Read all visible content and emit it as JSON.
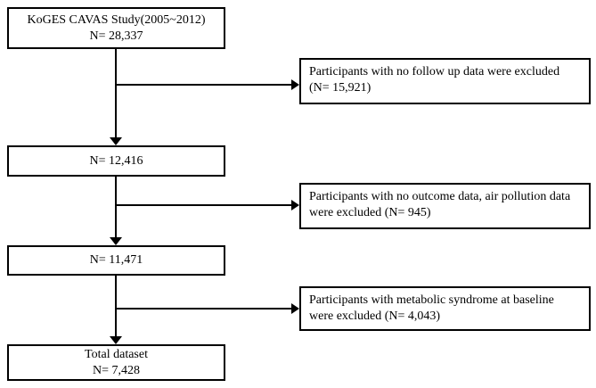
{
  "diagram": {
    "colors": {
      "background": "#ffffff",
      "border": "#000000",
      "line": "#000000",
      "text": "#000000"
    },
    "boxes": {
      "study": {
        "line1": "KoGES CAVAS Study(2005~2012)",
        "line2": "N= 28,337"
      },
      "after_followup": {
        "line1": "N= 12,416"
      },
      "after_outcome": {
        "line1": "N= 11,471"
      },
      "total": {
        "line1": "Total dataset",
        "line2": "N= 7,428"
      }
    },
    "exclusions": {
      "no_followup": {
        "line1": "Participants with no follow up data were excluded",
        "line2": "(N= 15,921)"
      },
      "no_outcome": {
        "line1": "Participants with no outcome data, air pollution data",
        "line2": "were excluded (N= 945)"
      },
      "metabolic_syndrome": {
        "line1": "Participants with metabolic syndrome at baseline",
        "line2": "were excluded (N= 4,043)"
      }
    }
  }
}
